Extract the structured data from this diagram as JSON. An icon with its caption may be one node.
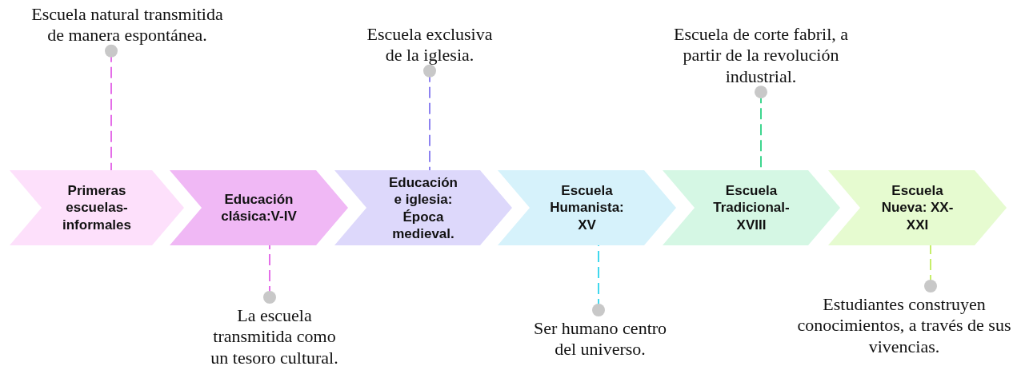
{
  "diagram": {
    "nodes": [
      {
        "text": [
          "Primeras escuelas-informales"
        ]
      },
      {
        "text": [
          "Educación clásica:V-IV"
        ]
      },
      {
        "text": [
          "Educación e iglesia: Época medieval."
        ]
      },
      {
        "text": [
          "Escuela Humanista: XV"
        ]
      },
      {
        "text": [
          "Escuela Tradicional-XVIII"
        ]
      },
      {
        "text": [
          "Escuela Nueva: XX-XXI"
        ]
      },
      {
        "text": [
          "Escuela natural transmitida de manera espontánea."
        ]
      },
      {
        "text": [
          "La escuela transmitida como un tesoro cultural."
        ]
      },
      {
        "text": [
          "Escuela exclusiva de la iglesia."
        ]
      },
      {
        "text": [
          "Ser humano centro del universo."
        ]
      },
      {
        "text": [
          "Escuela de corte fabril, a partir de la revolución industrial."
        ]
      },
      {
        "text": [
          "Estudiantes construyen conocimientos, a través de sus vivencias."
        ]
      }
    ],
    "edges": [
      {
        "from": 6,
        "to": 0,
        "arrow": "other",
        "style": "dashed",
        "color": "#e46ee8"
      },
      {
        "from": 7,
        "to": 1,
        "arrow": "other",
        "style": "dashed",
        "color": "#e46ee8"
      },
      {
        "from": 8,
        "to": 2,
        "arrow": "other",
        "style": "dashed",
        "color": "#8d82f0"
      },
      {
        "from": 9,
        "to": 3,
        "arrow": "other",
        "style": "dashed",
        "color": "#40d8ee"
      },
      {
        "from": 10,
        "to": 4,
        "arrow": "other",
        "style": "dashed",
        "color": "#3fd68f"
      },
      {
        "from": 11,
        "to": 5,
        "arrow": "other",
        "style": "dashed",
        "color": "#c6ee6a"
      }
    ]
  }
}
